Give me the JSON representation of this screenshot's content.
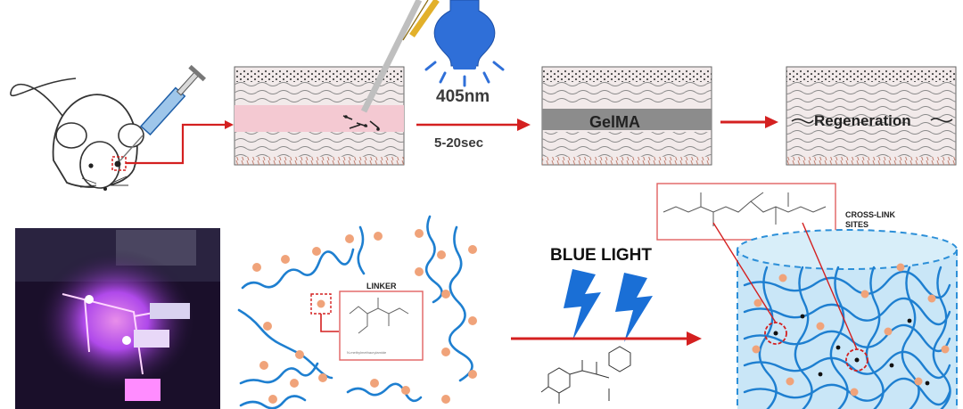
{
  "top_row": {
    "wavelength": "405nm",
    "duration": "5-20sec",
    "hydrogel": "GelMA",
    "outcome": "Regeneration"
  },
  "bottom_row": {
    "light_label": "BLUE LIGHT",
    "linker_label": "LINKER",
    "linker_chemical": "N-methylmethacrylamide",
    "crosslink_label": "CROSS-LINK SITES"
  },
  "colors": {
    "arrow_red": "#d42020",
    "polymer_blue": "#1e7fd0",
    "bolt_blue": "#1a6fd6",
    "bulb_blue": "#2f6fd8",
    "pink_layer": "#f4c9d2",
    "gelma_gray": "#8c8c8c",
    "linker_orange": "#f0a37a",
    "cylinder_fill": "#c9e6f7",
    "photo_bg": "#1a0f2a",
    "photo_glow": "#c050ff"
  }
}
